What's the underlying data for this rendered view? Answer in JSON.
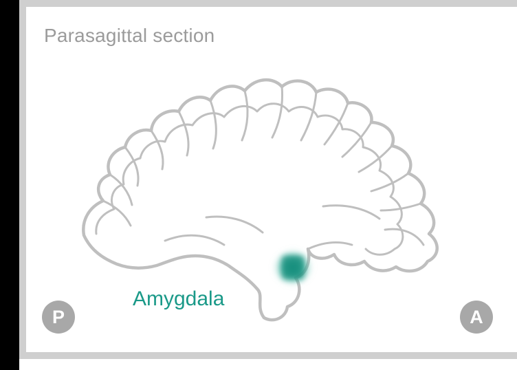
{
  "title": "Parasagittal section",
  "highlight": {
    "label": "Amygdala",
    "color": "#1a9988"
  },
  "orientation": {
    "posterior": "P",
    "anterior": "A"
  },
  "colors": {
    "outline": "#bfbfbf",
    "frame": "#cfcfcf",
    "title": "#9b9b9b",
    "badge": "#a8a8a8"
  }
}
